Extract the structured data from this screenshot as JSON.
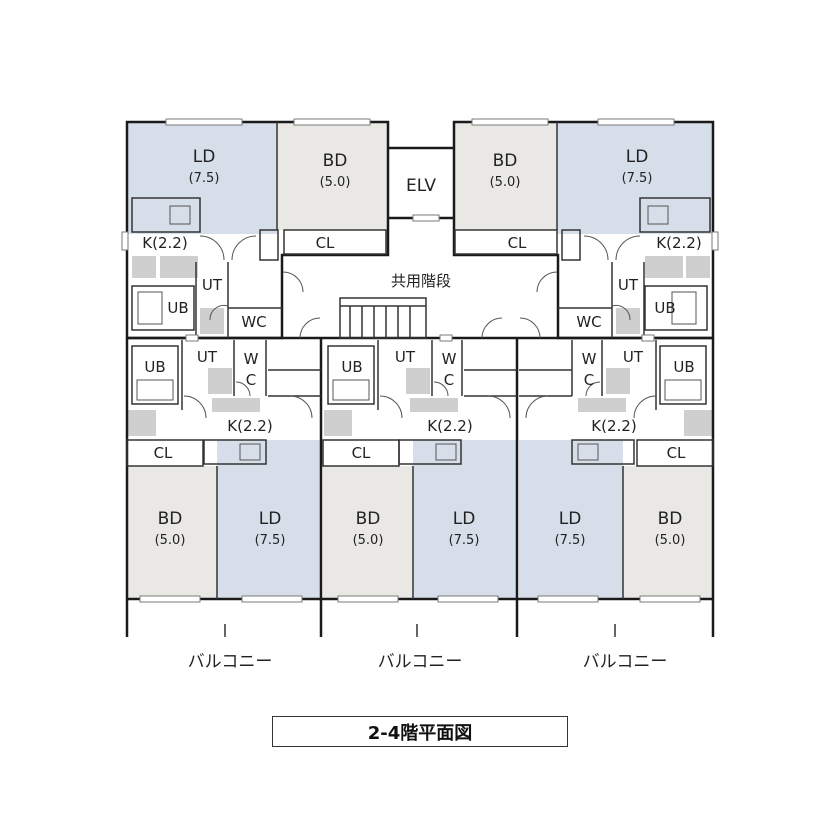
{
  "colors": {
    "living": "#d6dee9",
    "bedroom": "#e9e8e5",
    "fixture": "#cfcfcf",
    "wall": "#1a1a1a",
    "window": "#7a7a7a"
  },
  "labels": {
    "ld": "LD",
    "ld_area": "(7.5)",
    "bd": "BD",
    "bd_area": "(5.0)",
    "k": "K(2.2)",
    "cl": "CL",
    "ut": "UT",
    "ub": "UB",
    "wc": "WC",
    "wc_w": "W",
    "wc_c": "C",
    "elv": "ELV",
    "stairs": "共用階段",
    "balcony": "バルコニー"
  },
  "caption": "2-4階平面図"
}
